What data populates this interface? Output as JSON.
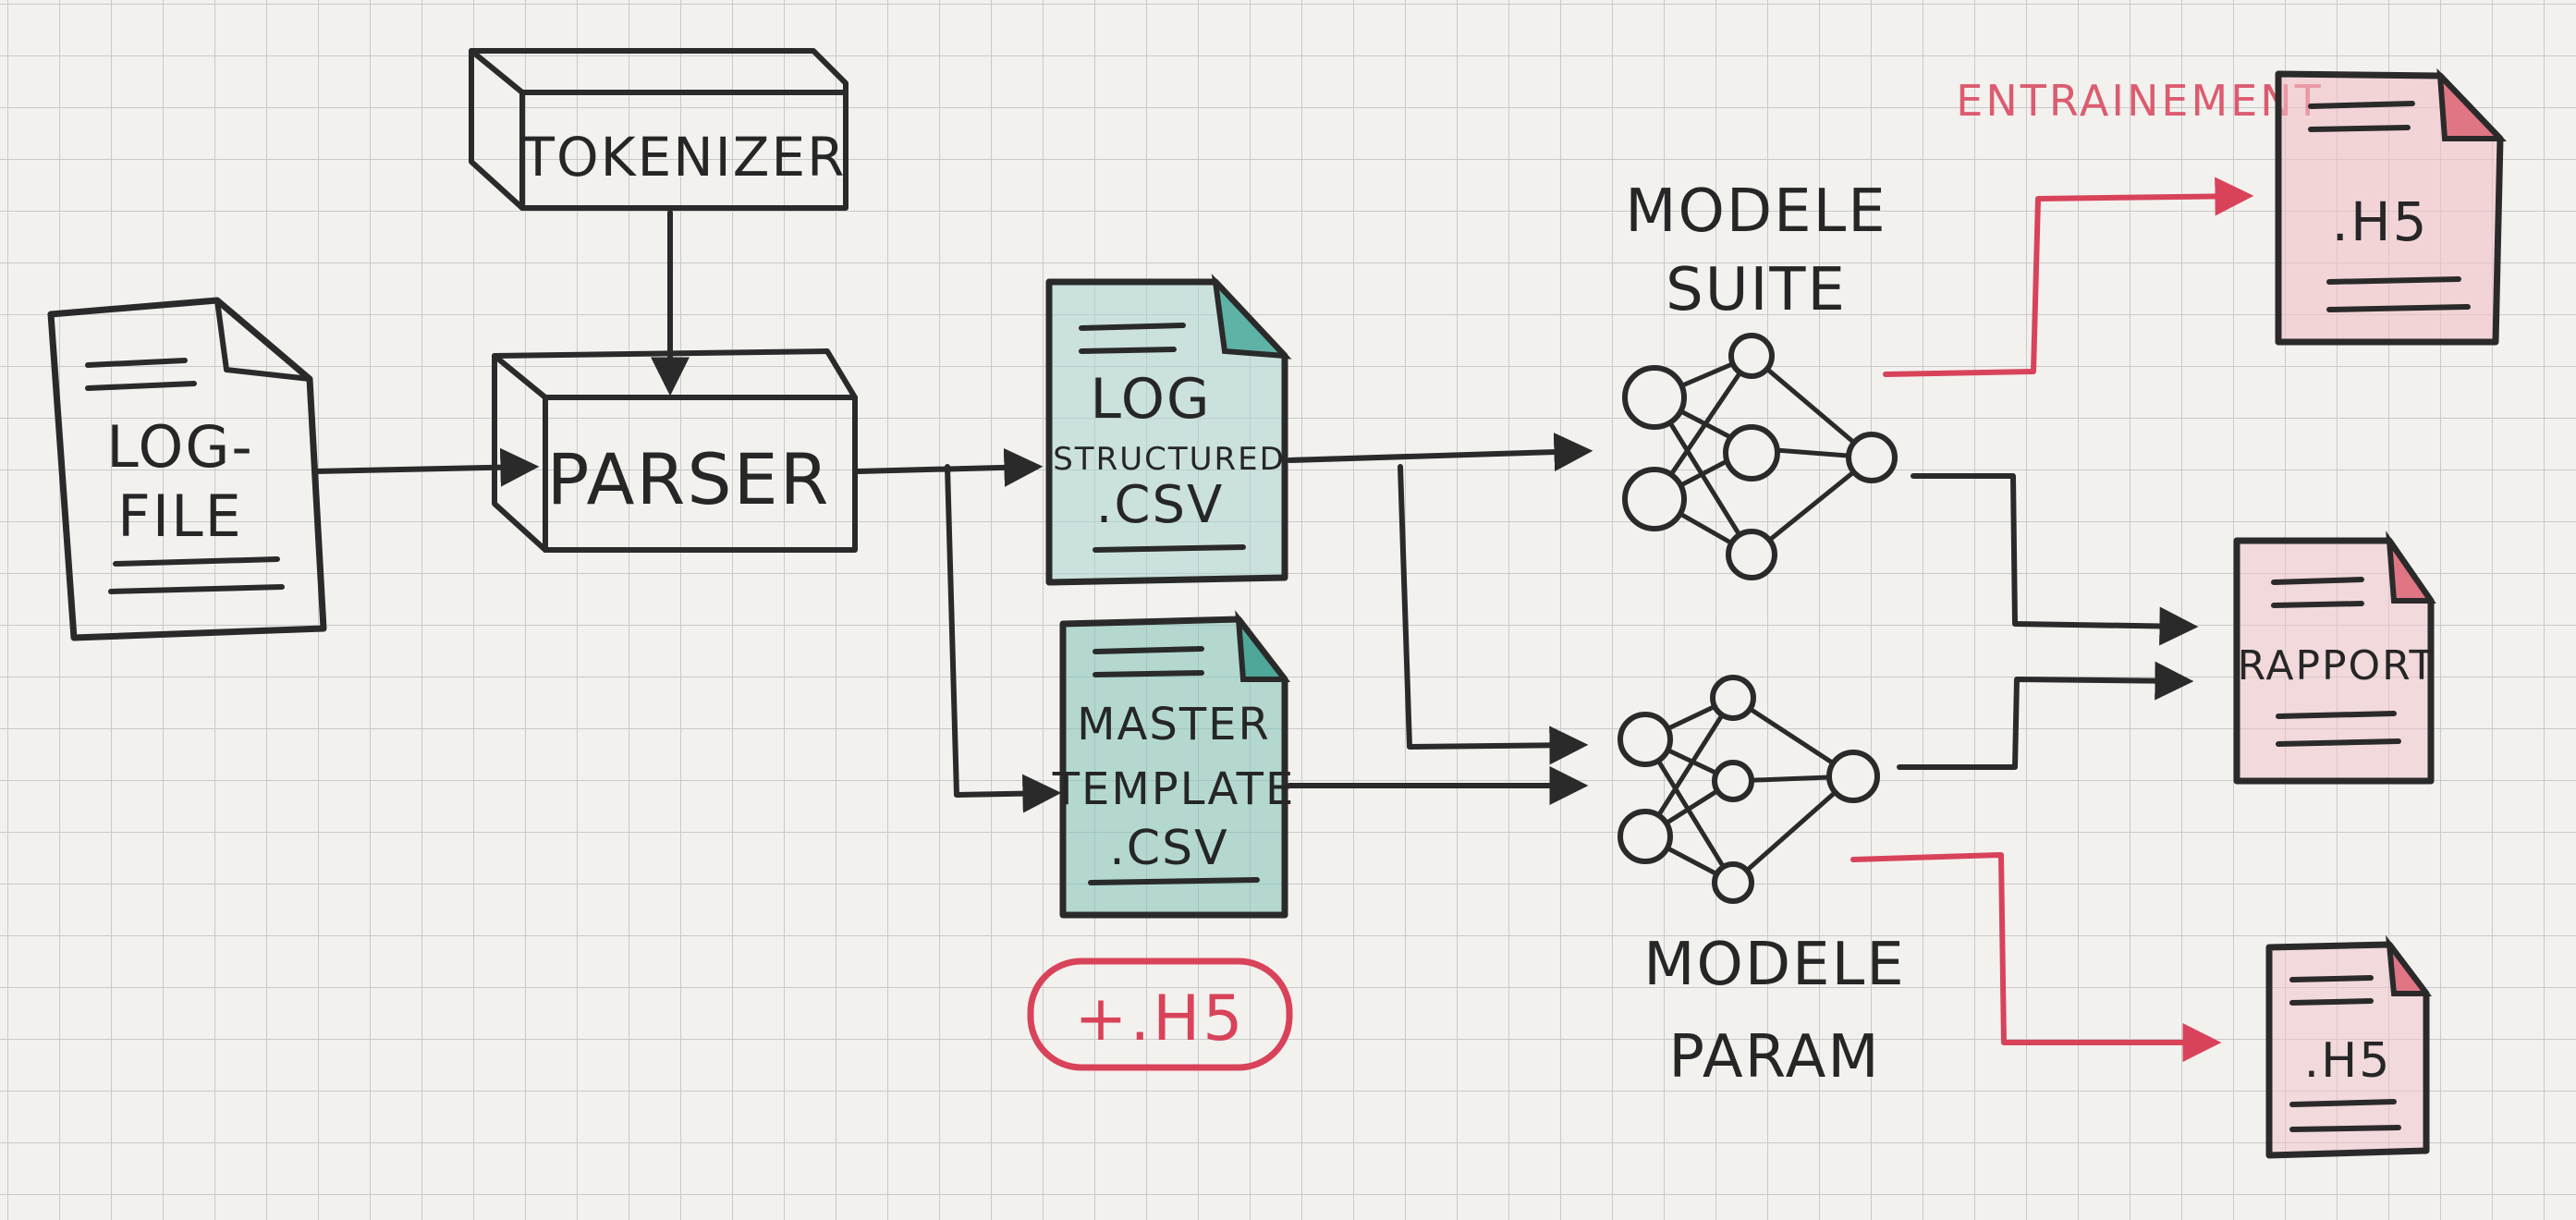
{
  "colors": {
    "ink": "#2a2a2a",
    "red": "#d8435a",
    "teal": "#a9d3cf",
    "pink": "#f2c2c8",
    "paper": "#f3f1ee",
    "grid": "#c9c9cb"
  },
  "nodes": {
    "tokenizer": "TOKENIZER",
    "parser": "PARSER",
    "log_file": [
      "LOG-",
      "FILE"
    ],
    "log_structured": [
      "LOG",
      "STRUCTURED",
      ".CSV"
    ],
    "master_template": [
      "MASTER",
      "TEMPLATE",
      ".CSV"
    ],
    "h5_badge": "+.H5",
    "modele_suite": [
      "MODELE",
      "SUITE"
    ],
    "modele_param": [
      "MODELE",
      "PARAM"
    ],
    "entrainement": "ENTRAINEMENT",
    "h5_top": ".H5",
    "rapport": "RAPPORT",
    "h5_bottom": ".H5"
  }
}
